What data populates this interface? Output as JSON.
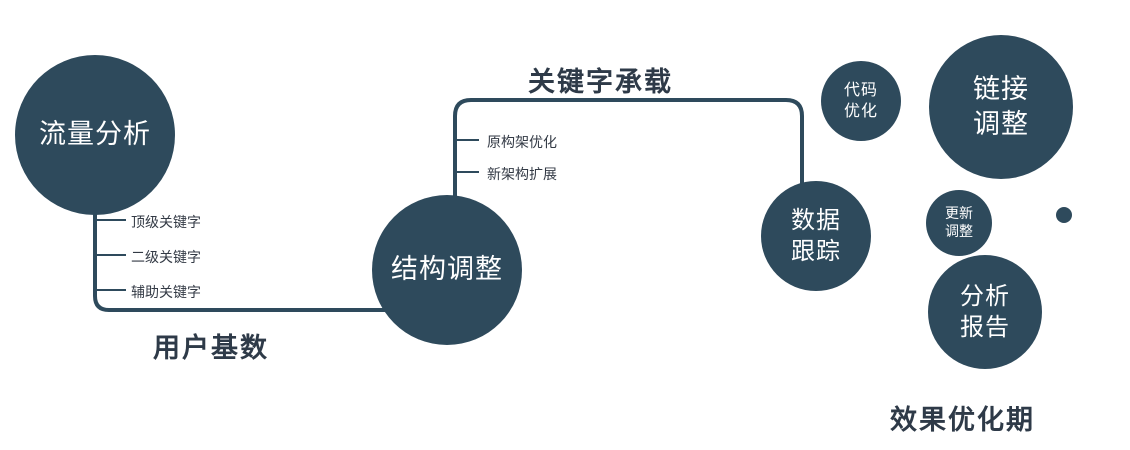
{
  "colors": {
    "navy": "#2e4a5c",
    "text_dark": "#333a45",
    "label_dark": "#2e3a48",
    "background": "#ffffff"
  },
  "nodes": {
    "traffic_analysis": {
      "label": "流量分析"
    },
    "structure_adjustment": {
      "label": "结构调整"
    },
    "data_tracking": {
      "line1": "数据",
      "line2": "跟踪"
    },
    "code_optimization": {
      "line1": "代码",
      "line2": "优化"
    },
    "link_adjustment": {
      "line1": "链接",
      "line2": "调整"
    },
    "update_adjustment": {
      "line1": "更新",
      "line2": "调整"
    },
    "analysis_report": {
      "line1": "分析",
      "line2": "报告"
    }
  },
  "edge_labels": {
    "user_base": "用户基数",
    "keyword_carrying": "关键字承载"
  },
  "branches": {
    "traffic": [
      {
        "label": "顶级关键字"
      },
      {
        "label": "二级关键字"
      },
      {
        "label": "辅助关键字"
      }
    ],
    "structure": [
      {
        "label": "原构架优化"
      },
      {
        "label": "新架构扩展"
      }
    ]
  },
  "caption": {
    "effect_period": "效果优化期"
  }
}
